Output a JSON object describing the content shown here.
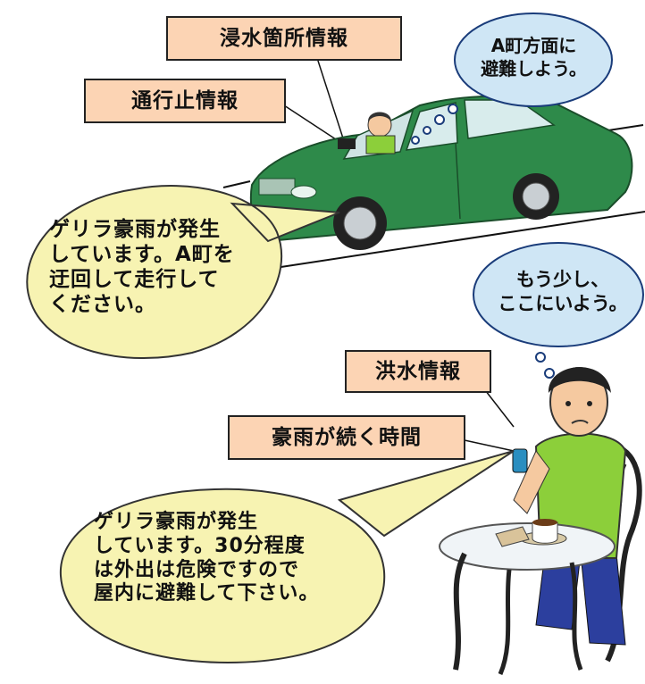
{
  "car_scene": {
    "flood_location_label": "浸水箇所情報",
    "road_closure_label": "通行止情報",
    "driver_thought_line1": "A町方面に",
    "driver_thought_line2": "避難しよう。",
    "navigation_message_line1": "ゲリラ豪雨が発生",
    "navigation_message_line2": "しています。A町を",
    "navigation_message_line3": "迂回して走行して",
    "navigation_message_line4": "ください。"
  },
  "cafe_scene": {
    "flood_info_label": "洪水情報",
    "rain_duration_label": "豪雨が続く時間",
    "person_thought_line1": "もう少し、",
    "person_thought_line2": "ここにいよう。",
    "phone_message_line1": "ゲリラ豪雨が発生",
    "phone_message_line2": "しています。30分程度",
    "phone_message_line3": "は外出は危険ですので",
    "phone_message_line4": "屋内に避難して下さい。"
  },
  "colors": {
    "label_fill": "#fcd4b4",
    "thought_fill": "#cfe6f5",
    "speech_fill": "#f7f3b2",
    "car_body": "#2e8a4a",
    "shirt": "#8ccf3a"
  }
}
